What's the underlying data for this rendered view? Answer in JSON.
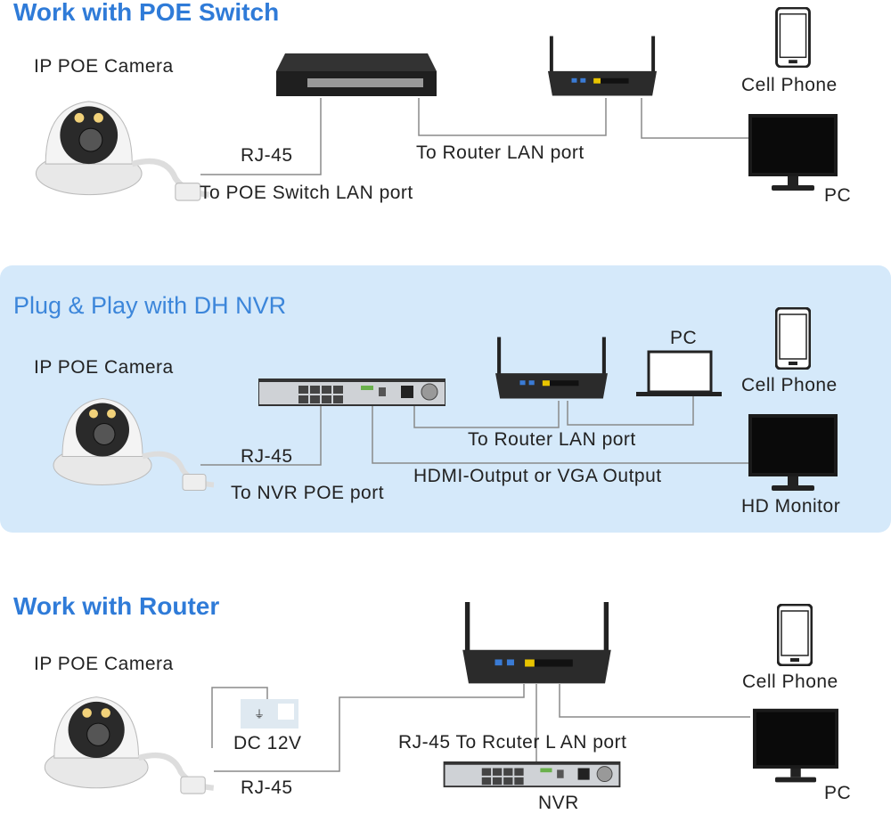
{
  "sections": [
    {
      "title": "Work with POE Switch",
      "camera_label": "IP POE Camera",
      "cable_label": "RJ-45",
      "camera_link_label": "To POE Switch LAN port",
      "switch_link_label": "To Router LAN port",
      "phone_label": "Cell Phone",
      "pc_label": "PC"
    },
    {
      "title": "Plug & Play with DH NVR",
      "camera_label": "IP POE Camera",
      "cable_label": "RJ-45",
      "camera_link_label": "To NVR POE port",
      "router_link_label": "To Router LAN port",
      "video_link_label": "HDMI-Output or VGA Output",
      "laptop_label": "PC",
      "phone_label": "Cell Phone",
      "monitor_label": "HD Monitor"
    },
    {
      "title": "Work with Router",
      "camera_label": "IP POE Camera",
      "power_label": "DC 12V",
      "cable_label": "RJ-45",
      "nvr_link_label": "RJ-45 To Rcuter L AN port",
      "nvr_label": "NVR",
      "phone_label": "Cell Phone",
      "pc_label": "PC"
    }
  ],
  "colors": {
    "title": "#2f7bd8",
    "panel": "#d5e9fa",
    "line": "#8a8a8a"
  }
}
